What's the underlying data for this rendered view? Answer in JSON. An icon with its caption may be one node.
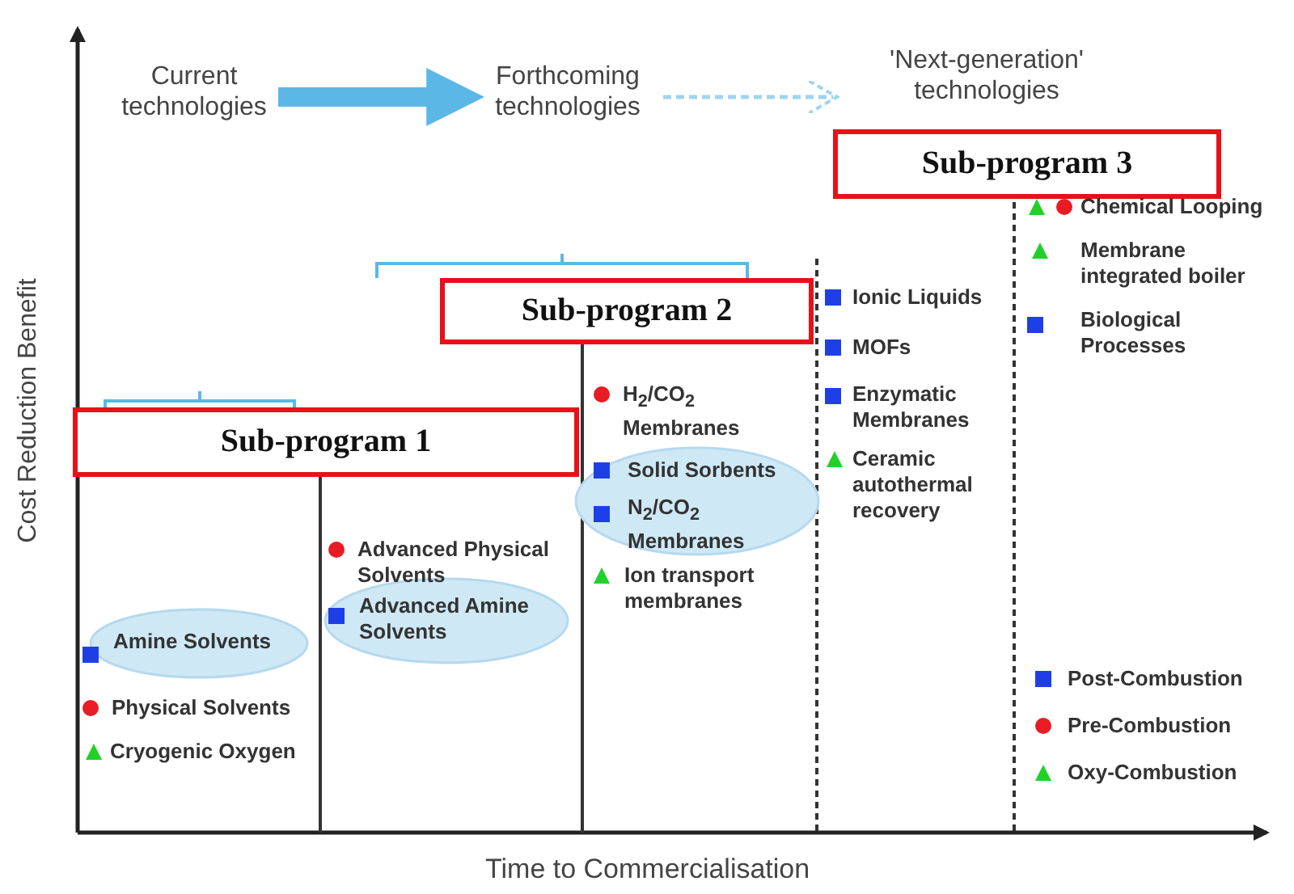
{
  "diagram": {
    "nodes": [
      {
        "text": [
          "Current technologies"
        ]
      },
      {
        "text": [
          "Forthcoming technologies"
        ]
      },
      {
        "text": [
          "'Next-generation' technologies"
        ]
      },
      {
        "text": [
          "Sub-program 1"
        ]
      },
      {
        "text": [
          "Sub-program 2"
        ]
      },
      {
        "text": [
          "Sub-program 3"
        ]
      },
      {
        "text": [
          "Amine Solvents"
        ]
      },
      {
        "text": [
          "Advanced Amine Solvents"
        ]
      },
      {
        "text": [
          "Solid Sorbents",
          "N$_{2}$/CO$_{2}$ Membranes"
        ]
      }
    ],
    "edges": [
      {
        "from": 0,
        "to": 1,
        "arrow": "to",
        "style": "thick"
      },
      {
        "from": 1,
        "to": 2,
        "arrow": "to",
        "style": "dashed"
      }
    ],
    "labels": [
      "Cost Reduction Benefit",
      "Time to Commercialisation",
      "Physical Solvents",
      "Cryogenic Oxygen",
      "Advanced Physical Solvents",
      "H$_{2}$/CO$_{2}$ Membranes",
      "Ion transport membranes",
      "Ionic Liquids",
      "MOFs",
      "Enzymatic Membranes",
      "Ceramic autothermal recovery",
      "Chemical Looping",
      "Membrane integrated boiler",
      "Biological Processes"
    ],
    "legend": [
      {
        "text": "Post-Combustion",
        "color": "#1f3fe6"
      },
      {
        "text": "Pre-Combustion",
        "color": "#e81c24"
      },
      {
        "text": "Oxy-Combustion",
        "color": "#22d02a"
      }
    ]
  }
}
